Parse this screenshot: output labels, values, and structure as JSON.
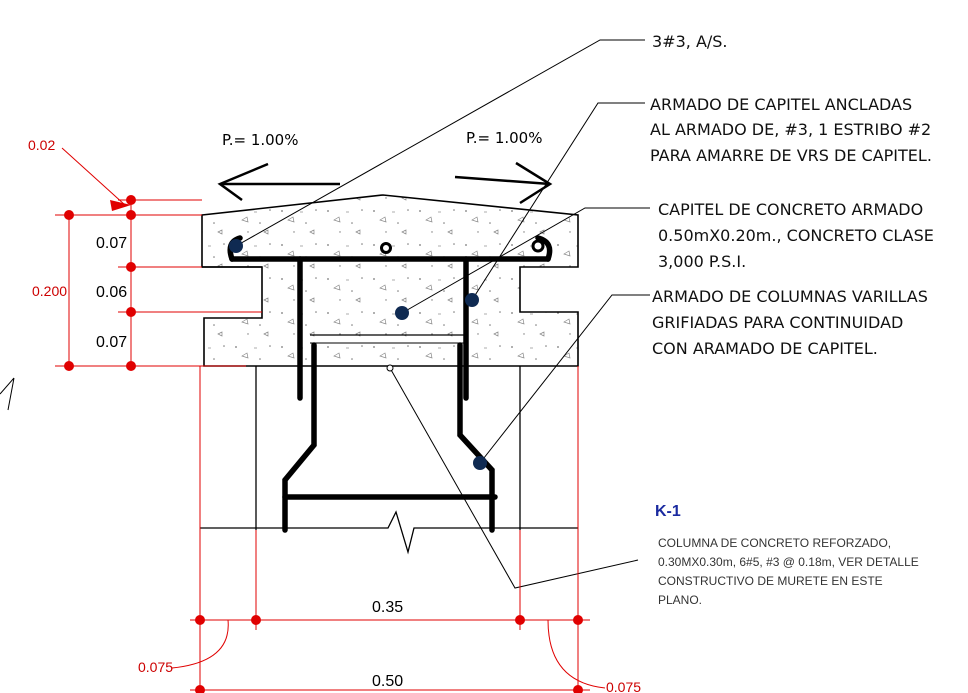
{
  "colors": {
    "dimension": "#e00000",
    "rebar": "#000000",
    "leader_dot": "#0f2a52",
    "title": "#1a2aa0"
  },
  "slopes": {
    "left": "P.= 1.00%",
    "right": "P.= 1.00%"
  },
  "notes": {
    "n1": "3#3, A/S.",
    "n2": [
      "ARMADO DE CAPITEL ANCLADAS",
      "AL ARMADO DE,  #3, 1 ESTRIBO #2",
      " PARA AMARRE DE VRS DE CAPITEL."
    ],
    "n3": [
      "CAPITEL DE CONCRETO ARMADO",
      "0.50mX0.20m., CONCRETO CLASE",
      "3,000 P.S.I."
    ],
    "n4": [
      "ARMADO DE COLUMNAS VARILLAS",
      "GRIFIADAS PARA CONTINUIDAD",
      "CON ARAMADO DE CAPITEL."
    ]
  },
  "k1": {
    "title": "K-1",
    "desc": [
      "COLUMNA DE CONCRETO REFORZADO,",
      "0.30MX0.30m, 6#5, #3 @ 0.18m, VER DETALLE",
      "CONSTRUCTIVO DE MURETE EN ESTE",
      "PLANO."
    ]
  },
  "dims": {
    "top_offset": "0.02",
    "total_height": "0.200",
    "h1": "0.07",
    "h2": "0.06",
    "h3": "0.07",
    "col_width": "0.35",
    "cap_width": "0.50",
    "left_offset": "0.075",
    "right_offset": "0.075"
  }
}
